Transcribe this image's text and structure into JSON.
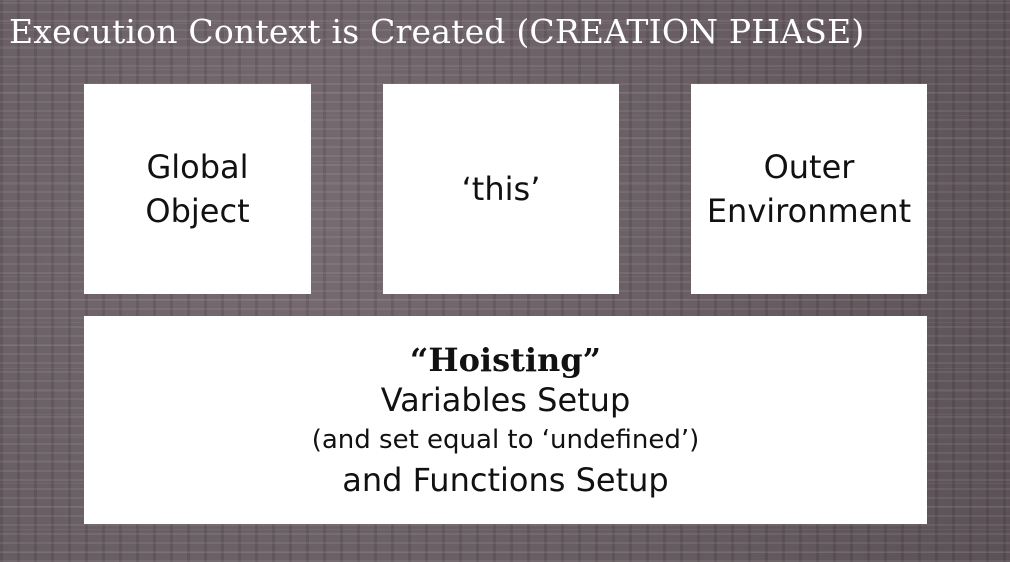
{
  "slide": {
    "title": "Execution Context is Created (CREATION PHASE)"
  },
  "cards": {
    "global_object": {
      "line1": "Global",
      "line2": "Object"
    },
    "this_keyword": {
      "label": "‘this’"
    },
    "outer_environment": {
      "line1": "Outer",
      "line2": "Environment"
    }
  },
  "hoisting": {
    "heading": "“Hoisting”",
    "line1": "Variables Setup",
    "line2": "(and set equal to ‘undefined’)",
    "line3": "and Functions Setup"
  }
}
